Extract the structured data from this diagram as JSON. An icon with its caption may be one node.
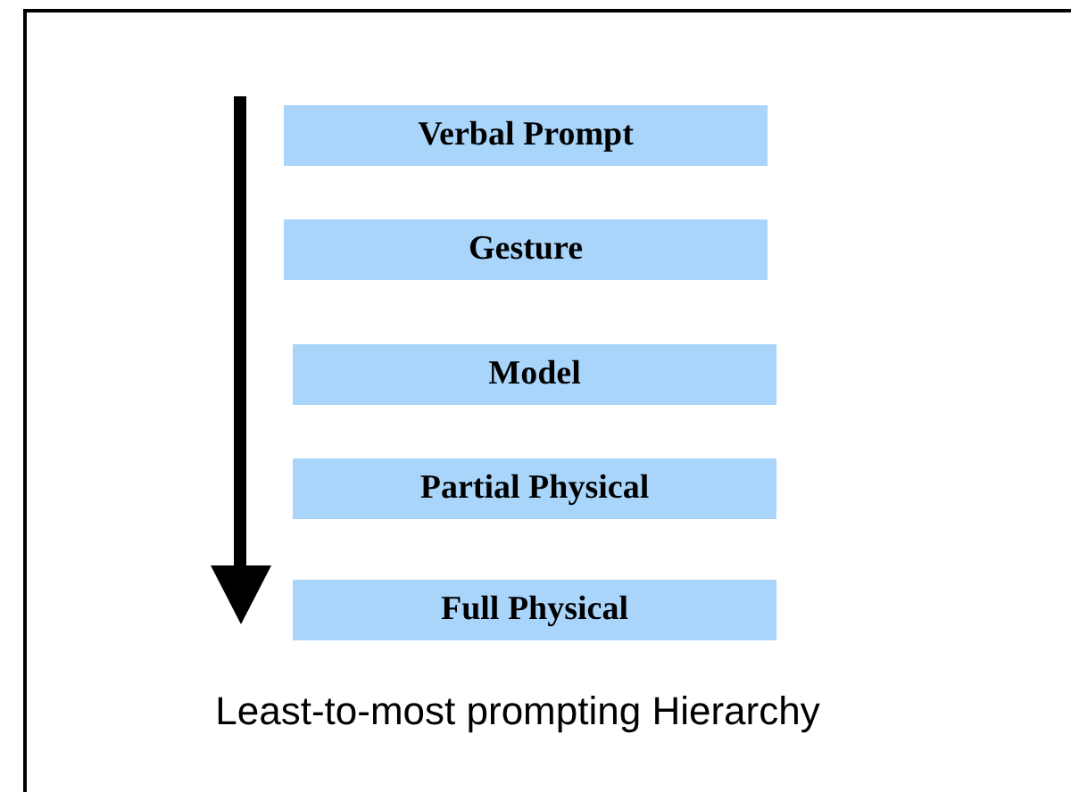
{
  "diagram": {
    "caption": "Least-to-most prompting Hierarchy",
    "nodes": [
      {
        "text": [
          "Verbal Prompt"
        ]
      },
      {
        "text": [
          "Gesture"
        ]
      },
      {
        "text": [
          "Model"
        ]
      },
      {
        "text": [
          "Partial Physical"
        ]
      },
      {
        "text": [
          "Full Physical"
        ]
      }
    ]
  }
}
